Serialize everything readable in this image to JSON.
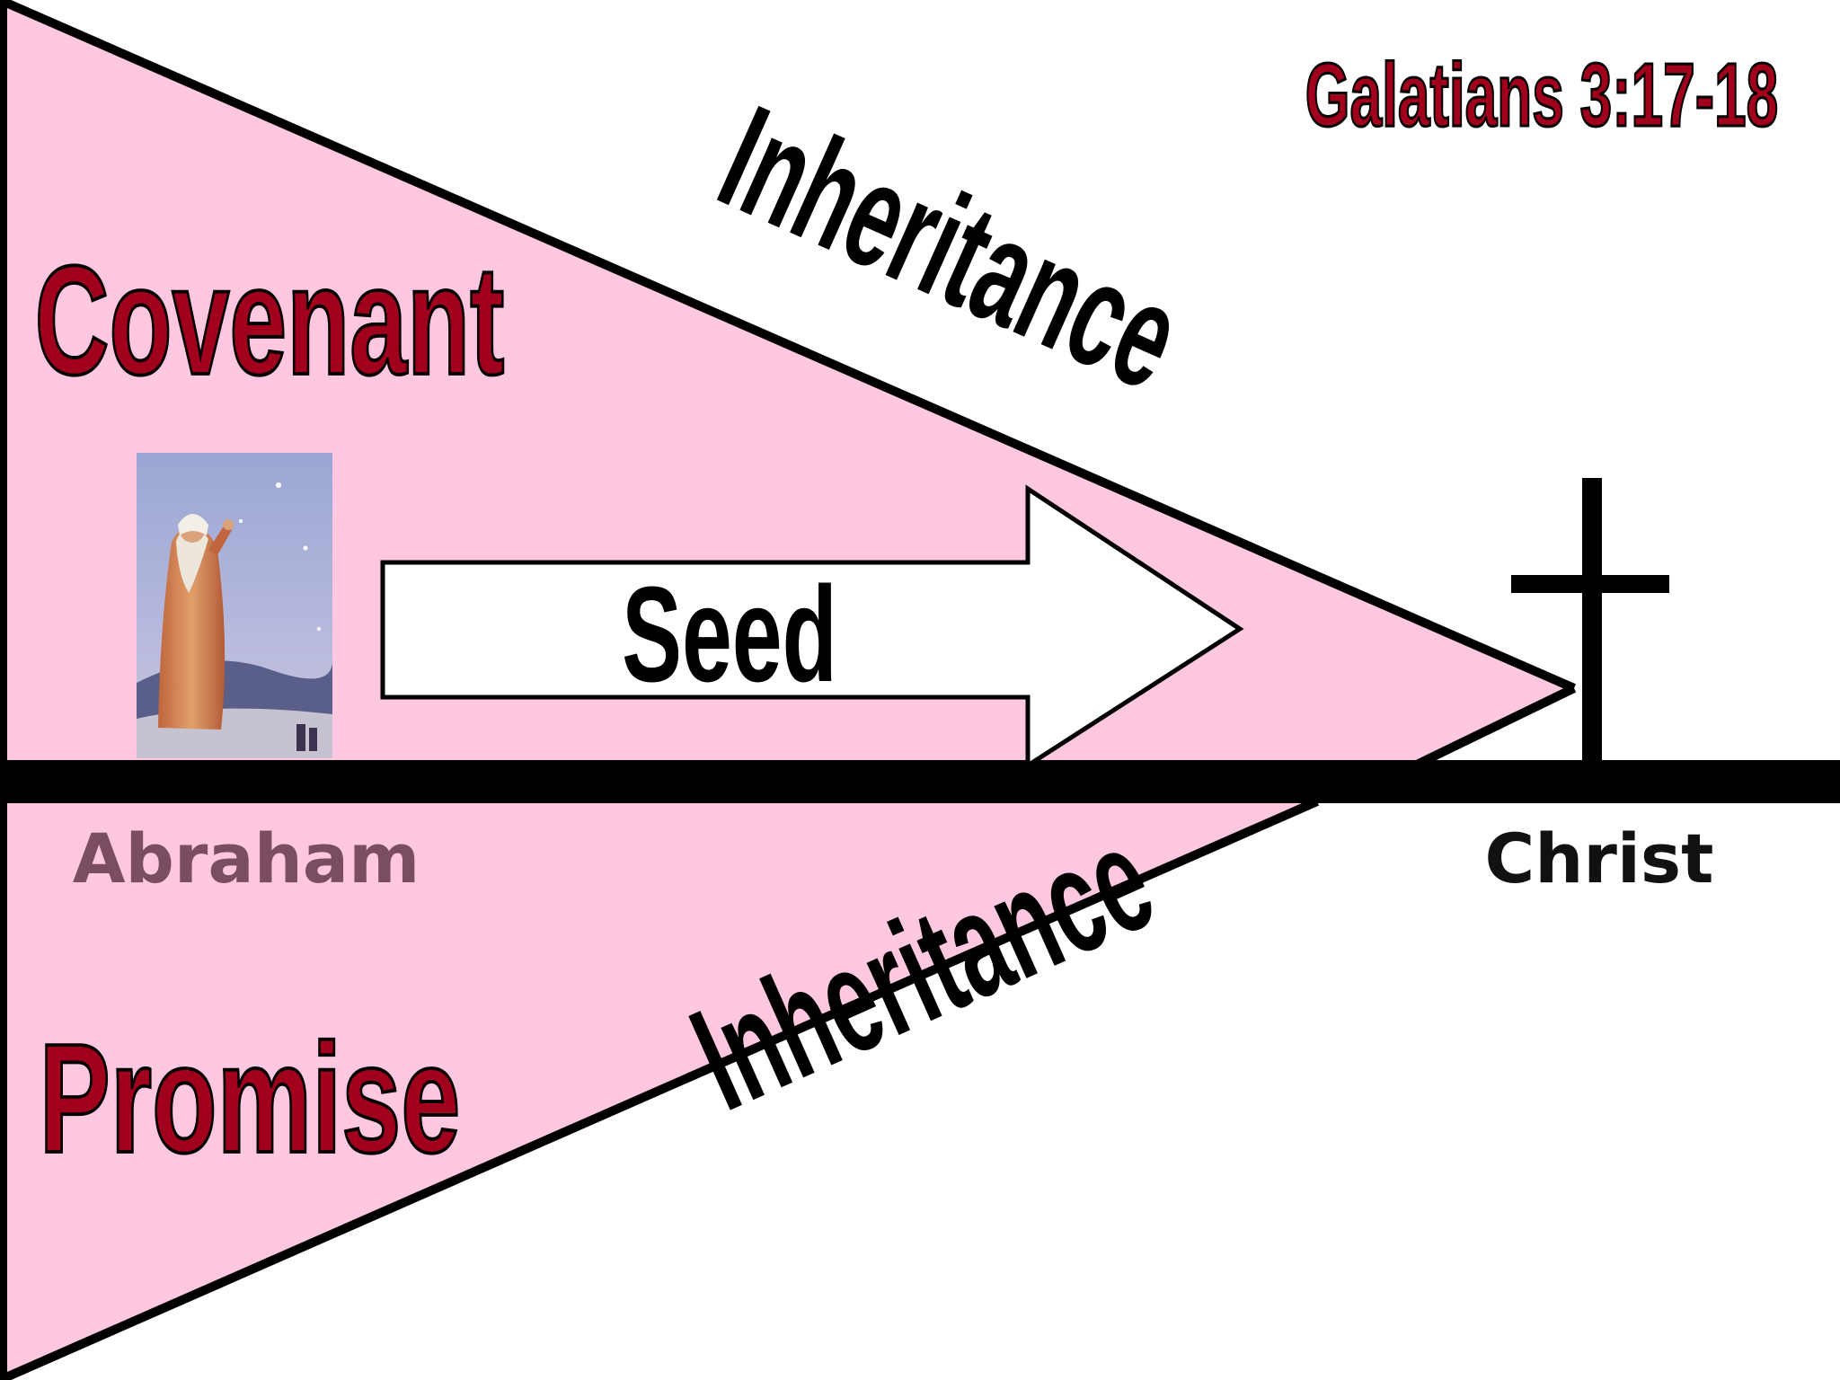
{
  "reference": "Galatians 3:17-18",
  "labels": {
    "covenant": "Covenant",
    "promise": "Promise",
    "inheritance_upper": "Inheritance",
    "inheritance_lower": "Inheritance",
    "seed": "Seed",
    "abraham": "Abraham",
    "christ": "Christ"
  },
  "illustration": {
    "subject": "abraham-portrait"
  },
  "icons": {
    "cross": "cross-icon",
    "arrow": "arrow-right-icon"
  },
  "colors": {
    "background": "#ffffff",
    "wedge_fill": "#ffc8e0",
    "outline": "#000000",
    "title_red": "#a0001c",
    "abraham_label": "#7a4e60",
    "christ_label": "#111111",
    "arrow_fill": "#ffffff"
  }
}
